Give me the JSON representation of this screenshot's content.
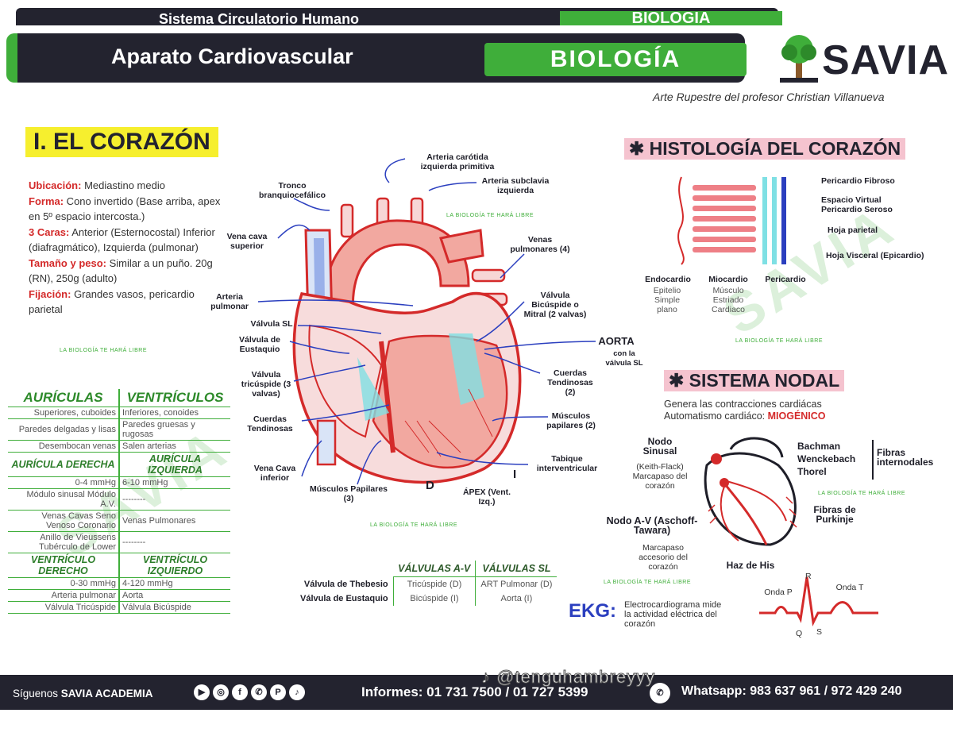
{
  "header": {
    "ghost_title": "Sistema Circulatorio Humano",
    "ghost_subject": "BIOLOGÍA",
    "title": "Aparato Cardiovascular",
    "subject": "BIOLOGÍA",
    "logo": "SAVIA",
    "credit": "Arte Rupestre del profesor Christian Villanueva"
  },
  "corazon": {
    "title": "I. EL CORAZÓN",
    "ubicacion_k": "Ubicación:",
    "ubicacion_v": " Mediastino medio",
    "forma_k": "Forma:",
    "forma_v": " Cono invertido (Base arriba, apex en 5º espacio intercosta.)",
    "caras_k": "3 Caras:",
    "caras_v": " Anterior (Esternocostal) Inferior (diafragmático), Izquierda (pulmonar)",
    "tamano_k": "Tamaño y peso:",
    "tamano_v": " Similar a un puño. 20g (RN), 250g (adulto)",
    "fijacion_k": "Fijación:",
    "fijacion_v": " Grandes vasos, pericardio parietal",
    "watermark": "LA BIOLOGÍA TE HARÁ LIBRE"
  },
  "table": {
    "rows": [
      [
        "AURÍCULAS",
        "VENTRÍCULOS"
      ],
      [
        "Superiores, cuboides",
        "Inferiores, conoides"
      ],
      [
        "Paredes delgadas y lisas",
        "Paredes gruesas y rugosas"
      ],
      [
        "Desembocan venas",
        "Salen arterias"
      ],
      [
        "AURÍCULA DERECHA",
        "AURÍCULA IZQUIERDA"
      ],
      [
        "0-4 mmHg",
        "6-10 mmHg"
      ],
      [
        "Módulo sinusal Módulo A.V.",
        "--------"
      ],
      [
        "Venas Cavas Seno Venoso Coronario",
        "Venas Pulmonares"
      ],
      [
        "Anillo de Vieussens Tubérculo de Lower",
        "--------"
      ],
      [
        "VENTRÍCULO DERECHO",
        "VENTRÍCULO IZQUIERDO"
      ],
      [
        "0-30 mmHg",
        "4-120 mmHg"
      ],
      [
        "Arteria pulmonar",
        "Aorta"
      ],
      [
        "Válvula Tricúspide",
        "Válvula Bicúspide"
      ]
    ]
  },
  "heart_labels": {
    "carotida": "Arteria carótida izquierda primitiva",
    "subclavia": "Arteria subclavia izquierda",
    "tronco": "Tronco branquiocefálico",
    "cava_sup": "Vena cava superior",
    "venas_pulm": "Venas pulmonares (4)",
    "bicuspide": "Válvula Bicúspide o Mitral (2 valvas)",
    "art_pulm": "Arteria pulmonar",
    "valvula_sl": "Válvula SL",
    "eustaquio": "Válvula de Eustaquio",
    "aorta": "AORTA",
    "aorta_sub": "con la válvula SL",
    "tricuspide": "Válvula tricúspide (3 valvas)",
    "cuerdas_der": "Cuerdas Tendinosas (2)",
    "cuerdas_izq": "Cuerdas Tendinosas",
    "musculos_der": "Músculos papilares (2)",
    "cava_inf": "Vena Cava inferior",
    "tabique": "Tabique interventricular",
    "musculos_izq": "Músculos Papilares (3)",
    "d": "D",
    "i": "I",
    "apex": "ÁPEX (Vent. Izq.)",
    "wm": "LA BIOLOGÍA TE HARÁ LIBRE"
  },
  "histologia": {
    "title": "✱ HISTOLOGÍA DEL CORAZÓN",
    "fibroso": "Pericardio Fibroso",
    "espacio": "Espacio Virtual Pericardio Seroso",
    "parietal": "Hoja parietal",
    "visceral": "Hoja Visceral (Epicardio)",
    "endo": "Endocardio",
    "endo_d": "Epitelio Simple plano",
    "mio": "Miocardio",
    "mio_d": "Músculo Estriado Cardiaco",
    "peri": "Pericardio"
  },
  "nodal": {
    "title": "✱ SISTEMA NODAL",
    "line1": "Genera las contracciones cardiácas",
    "line2": "Automatismo cardiáco: ",
    "line2_b": "MIOGÉNICO",
    "nodo_sinusal": "Nodo Sinusal",
    "keith": "(Keith-Flack) Marcapaso del corazón",
    "bachman": "Bachman",
    "wenckebach": "Wenckebach",
    "thorel": "Thorel",
    "fibras_int": "Fibras internodales",
    "nodo_av": "Nodo A-V (Aschoff-Tawara)",
    "marcapaso2": "Marcapaso accesorio del corazón",
    "purkinje": "Fibras de Purkinje",
    "his": "Haz de His"
  },
  "valves": {
    "h1": "VÁLVULAS A-V",
    "h2": "VÁLVULAS SL",
    "r1": "Válvula de Thebesio",
    "r1a": "Tricúspide (D)",
    "r1b": "ART Pulmonar (D)",
    "r2": "Válvula de Eustaquio",
    "r2a": "Bicúspide (I)",
    "r2b": "Aorta (I)"
  },
  "ekg": {
    "title": "EKG:",
    "desc": "Electrocardiograma mide la actividad eléctrica del corazón",
    "onda_p": "Onda P",
    "onda_t": "Onda T",
    "r": "R",
    "q": "Q",
    "s": "S"
  },
  "footer": {
    "follow": "Síguenos ",
    "follow_b": "SAVIA ACADEMIA",
    "info": "Informes: 01 731 7500 / 01 727 5399",
    "whatsapp": "Whatsapp: 983 637 961 / 972 429 240",
    "tiktok": "@tenguhambreyyy"
  },
  "colors": {
    "green": "#3fae3a",
    "dark": "#23232f",
    "yellow": "#f6ef2e",
    "pink": "#f5c3cf",
    "red": "#d42a2a",
    "blue": "#2b3fbf"
  }
}
